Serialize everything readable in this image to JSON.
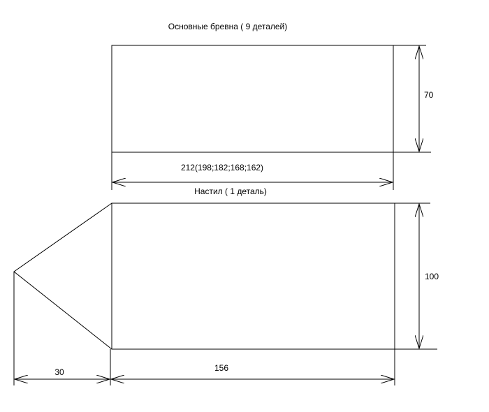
{
  "diagram": {
    "top_part": {
      "title": "Основные бревна ( 9 деталей)",
      "width_label": "212(198;182;168;162)",
      "height_label": "70"
    },
    "bottom_part": {
      "title": "Настил ( 1 деталь)",
      "height_label": "100",
      "tip_width_label": "30",
      "body_width_label": "156"
    }
  }
}
